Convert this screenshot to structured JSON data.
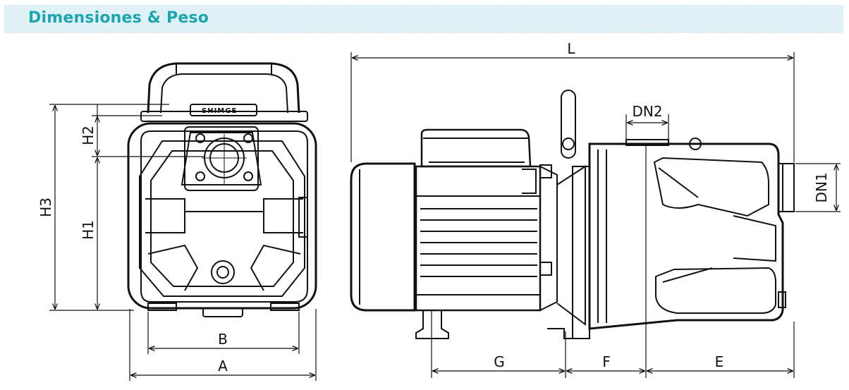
{
  "header": {
    "title": "Dimensiones & Peso",
    "background_color": "#d9eef5",
    "title_color": "#1aa6b0"
  },
  "brand": "SHIMGE",
  "dimension_labels": {
    "h3": "H3",
    "h2": "H2",
    "h1": "H1",
    "a": "A",
    "b": "B",
    "l": "L",
    "dn2": "DN2",
    "dn1": "DN1",
    "g": "G",
    "f": "F",
    "e": "E"
  }
}
